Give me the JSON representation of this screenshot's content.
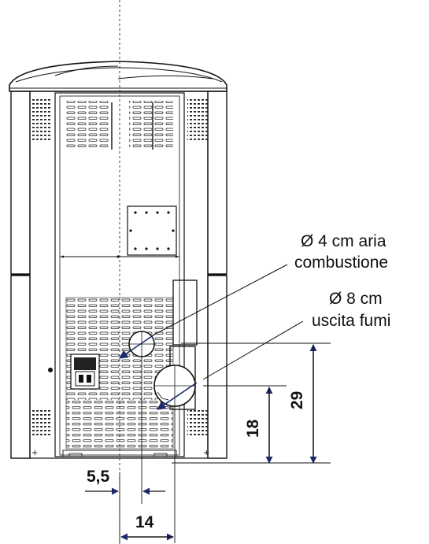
{
  "labels": {
    "air_intake_line1": "Ø 4 cm aria",
    "air_intake_line2": "combustione",
    "flue_line1": "Ø 8 cm",
    "flue_line2": "uscita fumi"
  },
  "dimensions": {
    "height_small": "18",
    "height_large": "29",
    "offset_small": "5,5",
    "offset_large": "14"
  },
  "colors": {
    "stroke": "#111111",
    "arrow": "#1a2a6a"
  }
}
